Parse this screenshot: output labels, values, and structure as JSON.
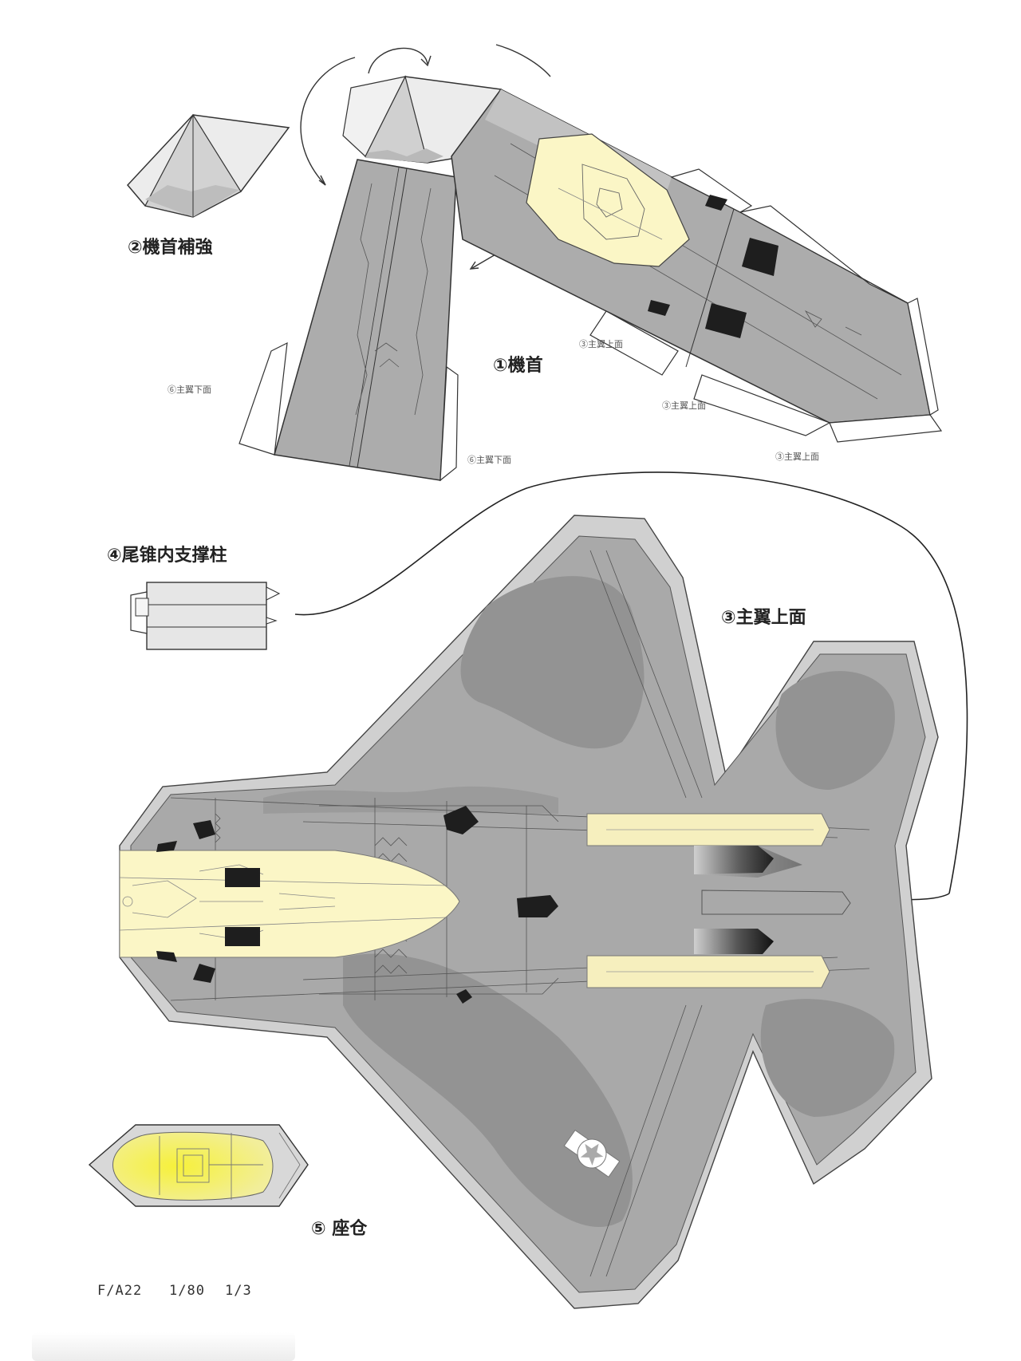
{
  "parts": {
    "p1": "①機首",
    "p2": "②機首補強",
    "p3": "③主翼上面",
    "p4": "④尾锥内支撑柱",
    "p5": "⑤ 座仓"
  },
  "tab_labels": {
    "upper_a": "③主翼上面",
    "upper_b": "③主翼上面",
    "upper_c": "③主翼上面",
    "lower_a": "⑥主翼下面",
    "lower_b": "⑥主翼下面"
  },
  "footer": {
    "model": "F/A22",
    "scale": "1/80",
    "sheet": "1/3"
  },
  "colors": {
    "panel_gray": "#a8a8a8",
    "light_gray": "#cfcfcf",
    "dark_camo": "#939393",
    "canopy_cream": "#fbf6c6",
    "canopy_yellow": "#f4ee3a",
    "black_detail": "#1e1e1e"
  }
}
